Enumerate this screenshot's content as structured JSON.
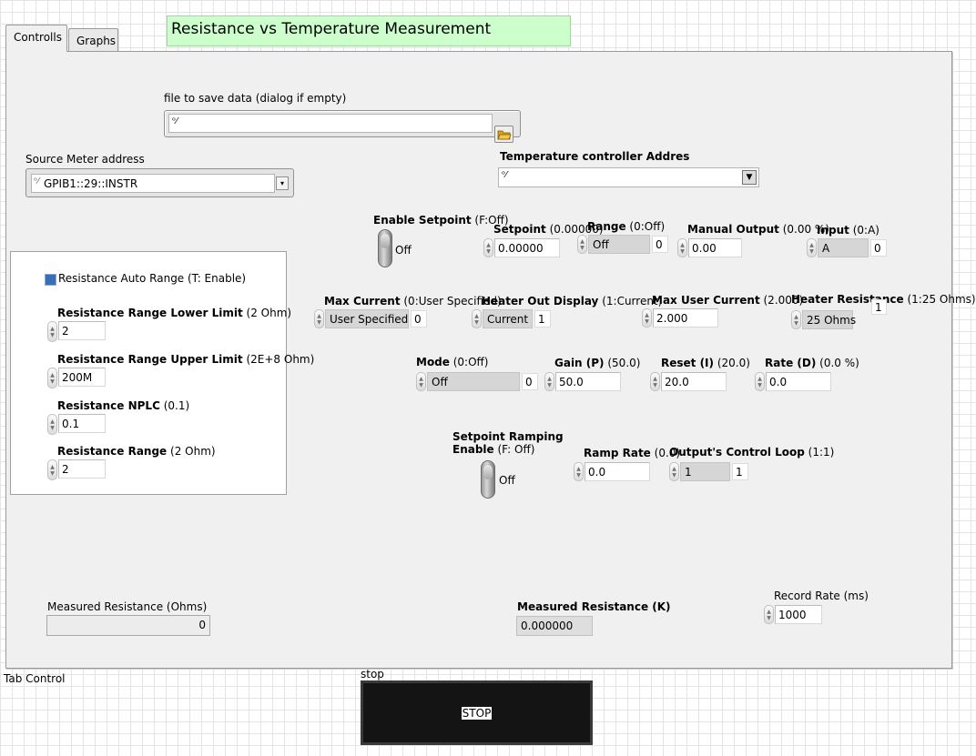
{
  "window": {
    "title": "Resistance vs Temperature Measurement"
  },
  "tabs": [
    {
      "label": "Controlls"
    },
    {
      "label": "Graphs"
    }
  ],
  "tab_control_label": "Tab Control",
  "file_path": {
    "label": "file to save data (dialog if empty)",
    "value": ""
  },
  "source_meter": {
    "label": "Source Meter address",
    "value": "GPIB1::29::INSTR"
  },
  "temp_controller": {
    "label": "Temperature controller Addres",
    "value": ""
  },
  "enable_setpoint": {
    "label_bold": "Enable Setpoint",
    "label_suffix": " (F:Off)",
    "state": "Off"
  },
  "setpoint": {
    "label_bold": "Setpoint",
    "label_suffix": " (0.00000)",
    "value": "0.00000"
  },
  "range": {
    "label_bold": "Range",
    "label_suffix": " (0:Off)",
    "value": "Off",
    "index": "0"
  },
  "manual_output": {
    "label_bold": "Manual Output",
    "label_suffix": " (0.00 %)",
    "value": "0.00"
  },
  "input": {
    "label_bold": "Input",
    "label_suffix": " (0:A)",
    "value": "A",
    "index": "0"
  },
  "max_current": {
    "label_bold": "Max Current",
    "label_suffix": " (0:User Specified)",
    "value": "User Specified",
    "index": "0"
  },
  "heater_out_display": {
    "label_bold": "Heater Out Display",
    "label_suffix": " (1:Current)",
    "value": "Current",
    "index": "1"
  },
  "max_user_current": {
    "label_bold": "Max User Current",
    "label_suffix": " (2.000)",
    "value": "2.000"
  },
  "heater_resistance": {
    "label_bold": "Heater Resistance",
    "label_suffix": " (1:25 Ohms)",
    "value": "25 Ohms",
    "index": "1"
  },
  "mode": {
    "label_bold": "Mode",
    "label_suffix": " (0:Off)",
    "value": "Off",
    "index": "0"
  },
  "gain": {
    "label_bold": "Gain (P)",
    "label_suffix": " (50.0)",
    "value": "50.0"
  },
  "reset": {
    "label_bold": "Reset (I)",
    "label_suffix": " (20.0)",
    "value": "20.0"
  },
  "rate": {
    "label_bold": "Rate (D)",
    "label_suffix": " (0.0 %)",
    "value": "0.0"
  },
  "setpoint_ramping": {
    "label_bold_line1": "Setpoint Ramping",
    "label_bold_line2": "Enable",
    "label_suffix": " (F: Off)",
    "state": "Off"
  },
  "ramp_rate": {
    "label_bold": "Ramp Rate",
    "label_suffix": " (0.0)",
    "value": "0.0"
  },
  "control_loop": {
    "label_bold": "Output's Control Loop",
    "label_suffix": " (1:1)",
    "value": "1",
    "index": "1"
  },
  "resistance_cluster": {
    "auto_range": {
      "label": "Resistance Auto Range (T: Enable)",
      "checked": true
    },
    "lower_limit": {
      "label_bold": "Resistance Range Lower Limit",
      "label_suffix": " (2 Ohm)",
      "value": "2"
    },
    "upper_limit": {
      "label_bold": "Resistance Range Upper Limit",
      "label_suffix": " (2E+8 Ohm)",
      "value": "200M"
    },
    "nplc": {
      "label_bold": "Resistance NPLC",
      "label_suffix": " (0.1)",
      "value": "0.1"
    },
    "range": {
      "label_bold": "Resistance Range",
      "label_suffix": " (2 Ohm)",
      "value": "2"
    }
  },
  "measured_resistance_ohms": {
    "label": "Measured Resistance (Ohms)",
    "value": "0"
  },
  "measured_resistance_k": {
    "label_bold": "Measured Resistance (K)",
    "value": "0.000000"
  },
  "record_rate": {
    "label": "Record Rate (ms)",
    "value": "1000"
  },
  "stop": {
    "label": "stop",
    "button_text": "STOP"
  },
  "colors": {
    "title_bg": "#ccffcc",
    "panel_bg": "#f0f0f0",
    "checkbox": "#3a6fb5",
    "stop_bg": "#141414"
  }
}
